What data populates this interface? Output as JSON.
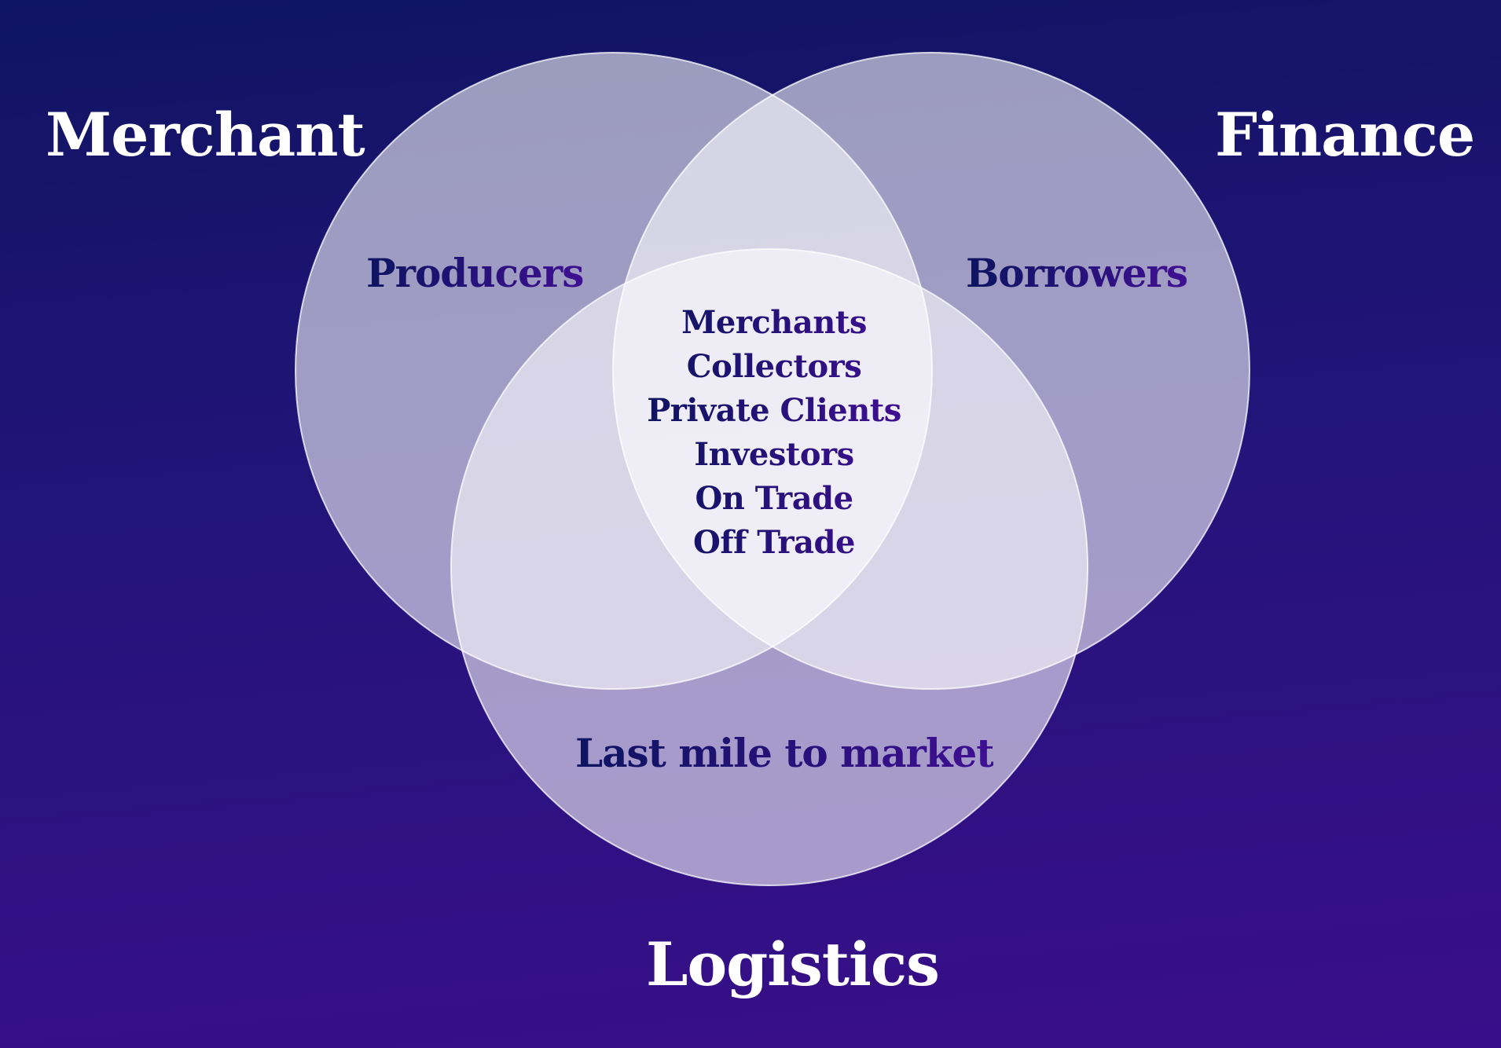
{
  "diagram": {
    "type": "venn",
    "sets": [
      {
        "id": "merchant",
        "title": "Merchant",
        "exclusive_label": "Producers"
      },
      {
        "id": "finance",
        "title": "Finance",
        "exclusive_label": "Borrowers"
      },
      {
        "id": "logistics",
        "title": "Logistics",
        "exclusive_label": "Last mile to market"
      }
    ],
    "center": {
      "label_lines": [
        "Merchants",
        "Collectors",
        "Private Clients",
        "Investors",
        "On Trade",
        "Off Trade"
      ]
    },
    "colors": {
      "background_top": "#0f1462",
      "background_bottom": "#3a0e8a",
      "circle_fill": "#ffffff",
      "circle_stroke": "#e8e6f4",
      "title_text": "#ffffff",
      "label_text_start": "#0d1460",
      "label_text_end": "#3f0f92"
    }
  }
}
